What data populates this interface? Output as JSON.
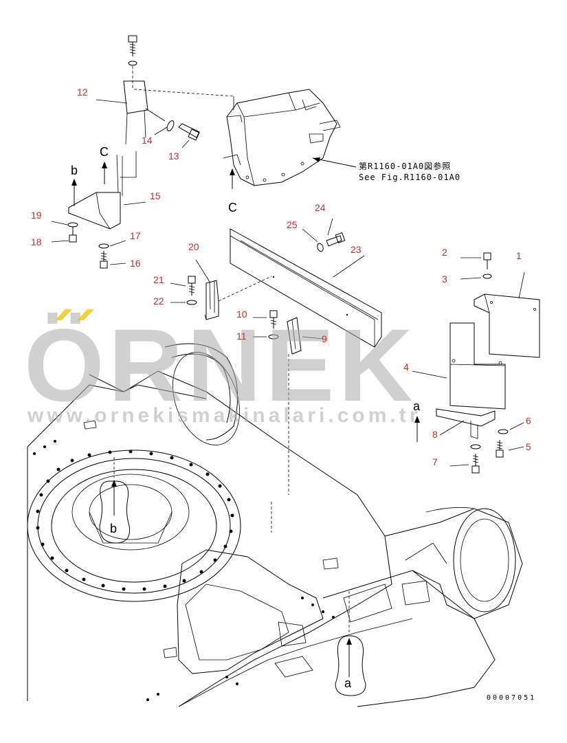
{
  "callouts": {
    "c1": "1",
    "c2": "2",
    "c3": "3",
    "c4": "4",
    "c5": "5",
    "c6": "6",
    "c7": "7",
    "c8": "8",
    "c9": "9",
    "c10": "10",
    "c11": "11",
    "c12": "12",
    "c13": "13",
    "c14": "14",
    "c15": "15",
    "c16": "16",
    "c17": "17",
    "c18": "18",
    "c19": "19",
    "c20": "20",
    "c21": "21",
    "c22": "22",
    "c23": "23",
    "c24": "24",
    "c25": "25"
  },
  "reference": {
    "line1": "第R1160-01A0図参照",
    "line2": "See Fig.R1160-01A0"
  },
  "view_marks": {
    "a_top": "a",
    "a_bottom": "a",
    "b_top": "b",
    "b_bottom": "b",
    "c_top": "C",
    "c_bottom": "C"
  },
  "drawing_code": "00007051",
  "watermark": {
    "logo": "ÖRNEK",
    "url": "www.ornekismakinalari.com.tr",
    "color": "#a9a9a9",
    "accent": "#f2c200"
  },
  "callout_color": "#c0302c"
}
